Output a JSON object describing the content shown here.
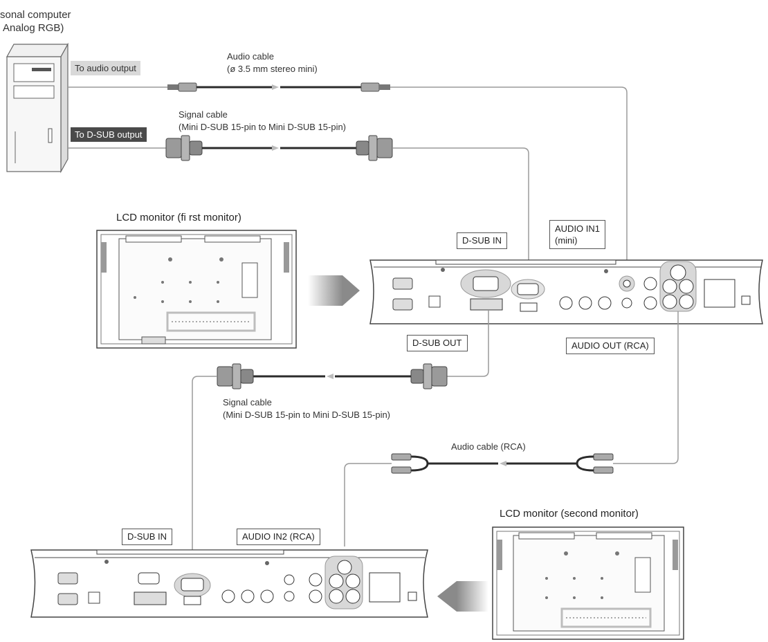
{
  "pc": {
    "title_line1": "sonal computer",
    "title_line2": "Analog RGB)",
    "audio_tag": "To audio output",
    "dsub_tag": "To D-SUB output"
  },
  "cables": {
    "audio_mini_name": "Audio cable",
    "audio_mini_spec": "(ø 3.5 mm stereo mini)",
    "signal1_name": "Signal cable",
    "signal1_spec": "(Mini D-SUB 15-pin to Mini D-SUB 15-pin)",
    "signal2_name": "Signal cable",
    "signal2_spec": "(Mini D-SUB 15-pin to Mini D-SUB 15-pin)",
    "audio_rca_name": "Audio cable (RCA)"
  },
  "first_monitor": {
    "title": "LCD monitor (fi rst monitor)",
    "dsub_in": "D-SUB IN",
    "audio_in1_line1": "AUDIO IN1",
    "audio_in1_line2": "(mini)",
    "dsub_out": "D-SUB OUT",
    "audio_out": "AUDIO OUT (RCA)"
  },
  "second_monitor": {
    "title": "LCD monitor (second monitor)",
    "dsub_in": "D-SUB IN",
    "audio_in2": "AUDIO IN2 (RCA)"
  },
  "colors": {
    "cable_dark": "#2b2b2b",
    "cable_grey": "#9a9a9a",
    "connector": "#8c8c8c",
    "panel_line": "#444444",
    "highlight_ring": "#bdbdbd"
  }
}
